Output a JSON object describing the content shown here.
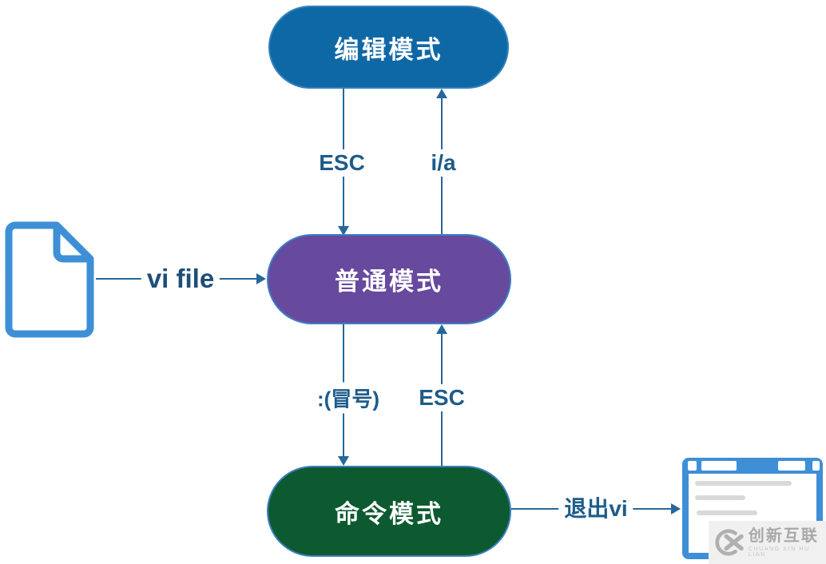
{
  "diagram": {
    "title_hint": "vi editor mode transition diagram",
    "nodes": [
      {
        "id": "edit",
        "label": "编辑模式",
        "fill": "#0f68a6"
      },
      {
        "id": "normal",
        "label": "普通模式",
        "fill": "#67499e"
      },
      {
        "id": "command",
        "label": "命令模式",
        "fill": "#0d5a31"
      }
    ],
    "edge_labels": {
      "edit_to_normal": "ESC",
      "normal_to_edit": "i/a",
      "normal_to_command": ":(冒号)",
      "command_to_normal": "ESC",
      "open_file": "vi file",
      "quit": "退出vi"
    },
    "colors": {
      "line": "#26689a",
      "edge_label_text": "#1d5c8a",
      "vi_file_text": "#1d4e79",
      "icon_blue": "#3e8fd6",
      "doc_line_gray": "#d9d9d9"
    },
    "icons": [
      {
        "name": "file-icon"
      },
      {
        "name": "browser-window-icon"
      }
    ]
  },
  "watermark": {
    "brand": "创新互联",
    "subtitle": "CHUANG XIN HU LIAN"
  }
}
